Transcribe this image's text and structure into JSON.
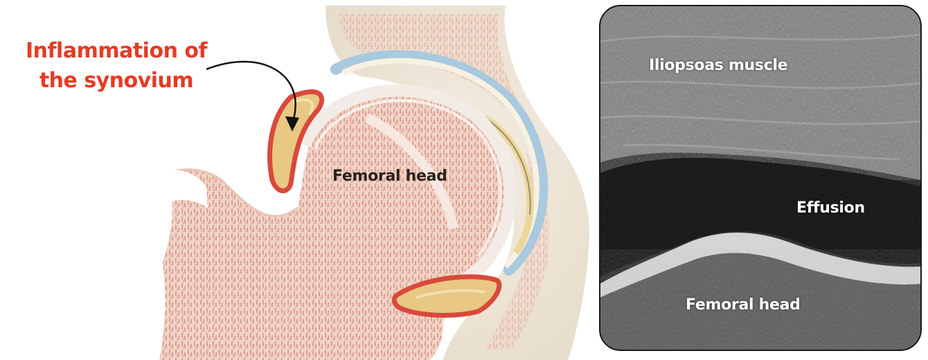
{
  "illustration": {
    "callout_line1": "Inflammation of",
    "callout_line2": "the synovium",
    "femoral_head_label": "Femoral head"
  },
  "ultrasound": {
    "muscle_label": "Iliopsoas muscle",
    "effusion_label": "Effusion",
    "femoral_head_label": "Femoral head"
  },
  "colors": {
    "callout_red": "#e63a24",
    "bone_pink": "#d9907e",
    "fluid_yellow": "#e8c883",
    "synovium_red": "#d84a3c"
  }
}
